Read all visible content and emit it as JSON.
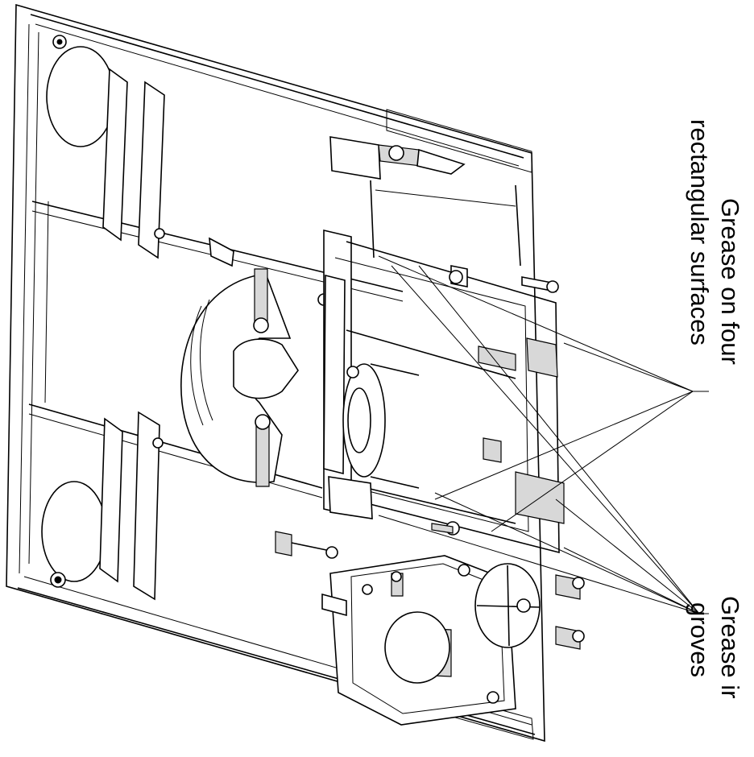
{
  "callouts": {
    "surfaces": {
      "line1": "Grease on four",
      "line2": "rectangular surfaces"
    },
    "grooves": {
      "line1": "Grease ir",
      "line2": "groves"
    }
  },
  "colors": {
    "ink": "#000000",
    "paper": "#ffffff",
    "shade": "#d8d8d8"
  }
}
